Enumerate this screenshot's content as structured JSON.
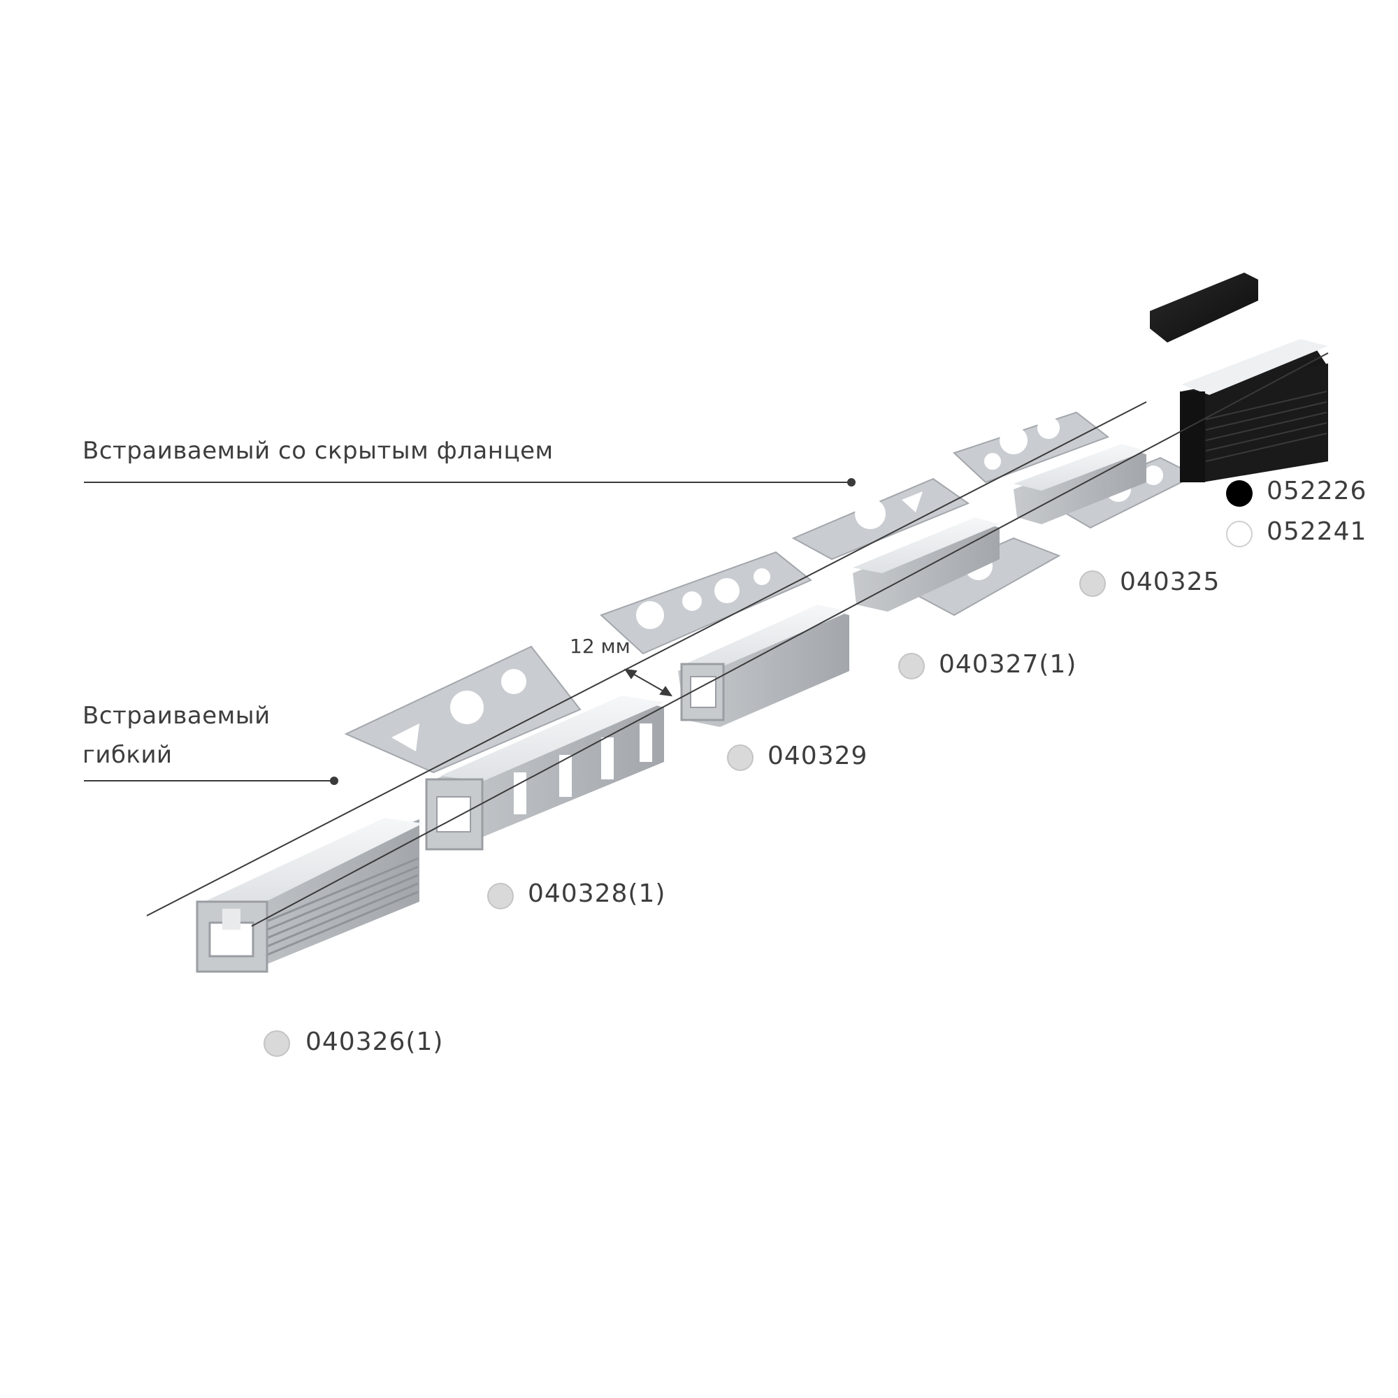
{
  "labels": {
    "hidden_flange": "Встраиваемый со скрытым фланцем",
    "flexible_line1": "Встраиваемый",
    "flexible_line2": "гибкий",
    "dimension": "12 мм"
  },
  "products": [
    {
      "code": "052226",
      "swatch": "#000000"
    },
    {
      "code": "052241",
      "swatch": "#ffffff"
    },
    {
      "code": "040325",
      "swatch": "#d9d9d9"
    },
    {
      "code": "040327(1)",
      "swatch": "#d9d9d9"
    },
    {
      "code": "040329",
      "swatch": "#d9d9d9"
    },
    {
      "code": "040328(1)",
      "swatch": "#d9d9d9"
    },
    {
      "code": "040326(1)",
      "swatch": "#d9d9d9"
    }
  ],
  "colors": {
    "aluminium_light": "#d3d5d8",
    "aluminium_mid": "#b9bcc0",
    "aluminium_dark": "#9ea2a7",
    "diffuser": "#eef0f2",
    "black_profile": "#1c1c1c",
    "line": "#3a3a3a"
  }
}
